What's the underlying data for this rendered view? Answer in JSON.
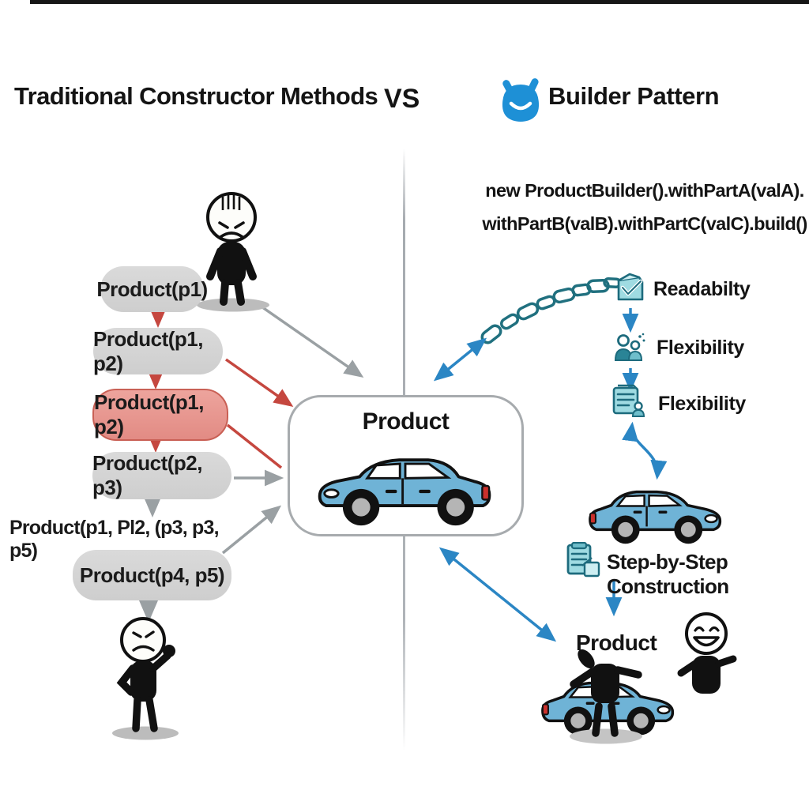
{
  "header": {
    "left_title": "Traditional Constructor Methods",
    "versus": "VS",
    "right_title": "Builder Pattern"
  },
  "left_flow": {
    "pills": [
      {
        "label": "Product(p1)",
        "style": "gray"
      },
      {
        "label": "Product(p1, p2)",
        "style": "gray"
      },
      {
        "label": "Product(p1, p2)",
        "style": "red-highlight"
      },
      {
        "label": "Product(p2, p3)",
        "style": "gray"
      },
      {
        "label": "Product(p1, Pl2, (p3, p3, p5)",
        "style": "plain-text"
      },
      {
        "label": "Product(p4, p5)",
        "style": "gray"
      }
    ],
    "figures": [
      {
        "name": "frustrated-person"
      },
      {
        "name": "angry-person-with-fist"
      }
    ]
  },
  "center": {
    "product_box_label": "Product",
    "illustration": "blue-car-side-view"
  },
  "right_flow": {
    "code_line1": "new ProductBuilder().withPartA(valA).",
    "code_line2": "withPartB(valB).withPartC(valC).build()",
    "benefits": [
      {
        "label": "Readabilty",
        "icon": "inbox-check-icon"
      },
      {
        "label": "Flexibility",
        "icon": "people-icon"
      },
      {
        "label": "Flexibility",
        "icon": "list-person-icon"
      }
    ],
    "step_label": "Step-by-Step Construction",
    "step_icon": "clipboard-icon",
    "product_label": "Product",
    "figure": {
      "name": "happy-person"
    }
  },
  "colors": {
    "accent_blue": "#2b86c4",
    "mascot_blue": "#1e90d6",
    "teal": "#20707f",
    "red_arrow": "#c5473f",
    "red_pill": "#e79b94",
    "gray_pill": "#d5d5d5",
    "gray_arrow": "#9aa0a3",
    "car_blue": "#6fb3d6"
  }
}
